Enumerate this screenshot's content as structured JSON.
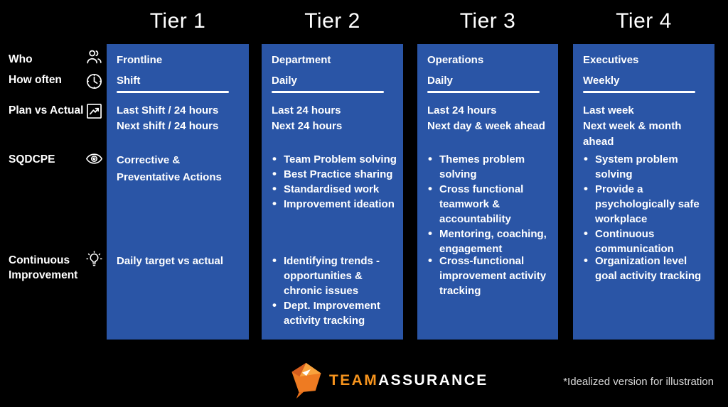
{
  "page": {
    "background": "#000000",
    "tier_blue": "#2a55a6",
    "footnote": "*Idealized version for illustration"
  },
  "logo": {
    "team": "TEAM",
    "assurance": "ASSURANCE",
    "orange": "#f7941d",
    "orange_dark": "#e8701a",
    "mark_icon": "teamassurance-kite-logo"
  },
  "sidebar": {
    "rows": [
      {
        "label": "Who",
        "icon": "people-icon"
      },
      {
        "label": "How often",
        "icon": "clock-icon"
      },
      {
        "label": "Plan vs Actual",
        "icon": "trend-chart-icon"
      },
      {
        "label": "SQDCPE",
        "icon": "eye-icon"
      },
      {
        "label": "Continuous Improvement",
        "icon": "lightbulb-icon"
      }
    ]
  },
  "tiers": [
    {
      "title": "Tier 1",
      "who": "Frontline",
      "frequency": "Shift",
      "plan_vs_actual": [
        "Last Shift / 24 hours",
        "Next shift / 24 hours"
      ],
      "sqdcpe_text": "Corrective & Preventative Actions",
      "ci_text": "Daily target vs actual"
    },
    {
      "title": "Tier 2",
      "who": "Department",
      "frequency": "Daily",
      "plan_vs_actual": [
        "Last 24 hours",
        "Next 24 hours"
      ],
      "sqdcpe": [
        "Team Problem solving",
        "Best Practice sharing",
        "Standardised work",
        "Improvement ideation"
      ],
      "ci": [
        "Identifying trends - opportunities & chronic issues",
        "Dept. Improvement activity tracking"
      ]
    },
    {
      "title": "Tier 3",
      "who": "Operations",
      "frequency": "Daily",
      "plan_vs_actual": [
        "Last 24 hours",
        "Next day & week ahead"
      ],
      "sqdcpe": [
        "Themes problem solving",
        "Cross functional teamwork & accountability",
        "Mentoring, coaching, engagement"
      ],
      "ci": [
        "Cross-functional improvement activity tracking"
      ]
    },
    {
      "title": "Tier 4",
      "who": "Executives",
      "frequency": "Weekly",
      "plan_vs_actual": [
        "Last week",
        "Next week & month ahead"
      ],
      "sqdcpe": [
        "System problem solving",
        "Provide a psychologically safe workplace",
        "Continuous communication"
      ],
      "ci": [
        "Organization level goal activity tracking"
      ]
    }
  ]
}
